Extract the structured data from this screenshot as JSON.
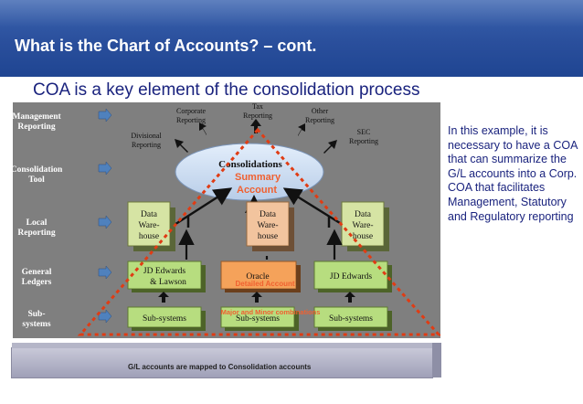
{
  "slide": {
    "title": "What is the Chart of Accounts? – cont.",
    "subtitle": "COA is a key element of the consolidation process",
    "description": "In this example, it is necessary to have a COA that can summarize the G/L accounts into a Corp. COA that facilitates Management, Statutory and Regulatory reporting",
    "footer": "G/L accounts are mapped to Consolidation accounts"
  },
  "diagram": {
    "rows": [
      {
        "line1": "Management",
        "line2": "Reporting"
      },
      {
        "line1": "Consolidation",
        "line2": "Tool"
      },
      {
        "line1": "Local",
        "line2": "Reporting"
      },
      {
        "line1": "General",
        "line2": "Ledgers"
      },
      {
        "line1": "Sub-",
        "line2": "systems"
      }
    ],
    "reports": [
      {
        "line1": "Corporate",
        "line2": "Reporting"
      },
      {
        "line1": "Tax",
        "line2": "Reporting"
      },
      {
        "line1": "Other",
        "line2": "Reporting"
      },
      {
        "line1": "Divisional",
        "line2": "Reporting"
      },
      {
        "line1": "SEC",
        "line2": "Reporting"
      }
    ],
    "consolidations": "Consolidations",
    "summary_line1": "Summary",
    "summary_line2": "Account",
    "warehouses": [
      {
        "line1": "Data",
        "line2": "Ware-",
        "line3": "house"
      },
      {
        "line1": "Data",
        "line2": "Ware-",
        "line3": "house"
      },
      {
        "line1": "Data",
        "line2": "Ware-",
        "line3": "house"
      }
    ],
    "ledgers": [
      {
        "line1": "JD Edwards",
        "line2": "& Lawson"
      },
      {
        "line1": "Oracle",
        "line2": ""
      },
      {
        "line1": "JD Edwards",
        "line2": ""
      }
    ],
    "detail_label": "Detailed Account",
    "combo_label": "Major and Minor combinations",
    "subsystems": [
      "Sub-systems",
      "Sub-systems",
      "Sub-systems"
    ],
    "colors": {
      "background": "#7f7f7f",
      "ellipse": "#c5d9f1",
      "warehouse_green": "#d6e4a4",
      "warehouse_peach": "#f2c49e",
      "ledger_green": "#b7dd7f",
      "ledger_orange": "#f5a25a",
      "subsystem_green": "#b7dd7f",
      "triangle": "#e03c14",
      "accent_text": "#f06030"
    }
  }
}
